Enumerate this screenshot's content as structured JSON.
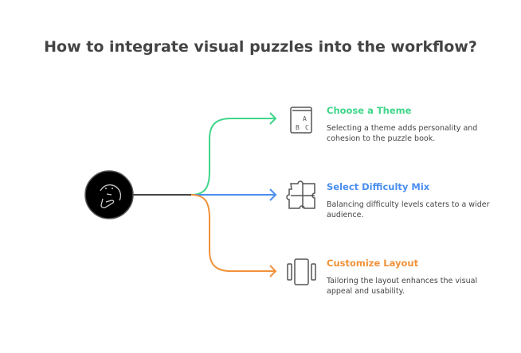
{
  "title": "How to integrate visual puzzles into the workflow?",
  "center_icon": "thinking-face-icon",
  "items": [
    {
      "title": "Choose a Theme",
      "desc": "Selecting a theme adds personality and cohesion to the puzzle book.",
      "color": "#3fd68a",
      "icon": "abc-book-icon"
    },
    {
      "title": "Select Difficulty Mix",
      "desc": "Balancing difficulty levels caters to a wider audience.",
      "color": "#4a8ef0",
      "icon": "puzzle-icon"
    },
    {
      "title": "Customize Layout",
      "desc": "Tailoring the layout enhances the visual appeal and usability.",
      "color": "#f0923a",
      "icon": "layout-icon"
    }
  ]
}
